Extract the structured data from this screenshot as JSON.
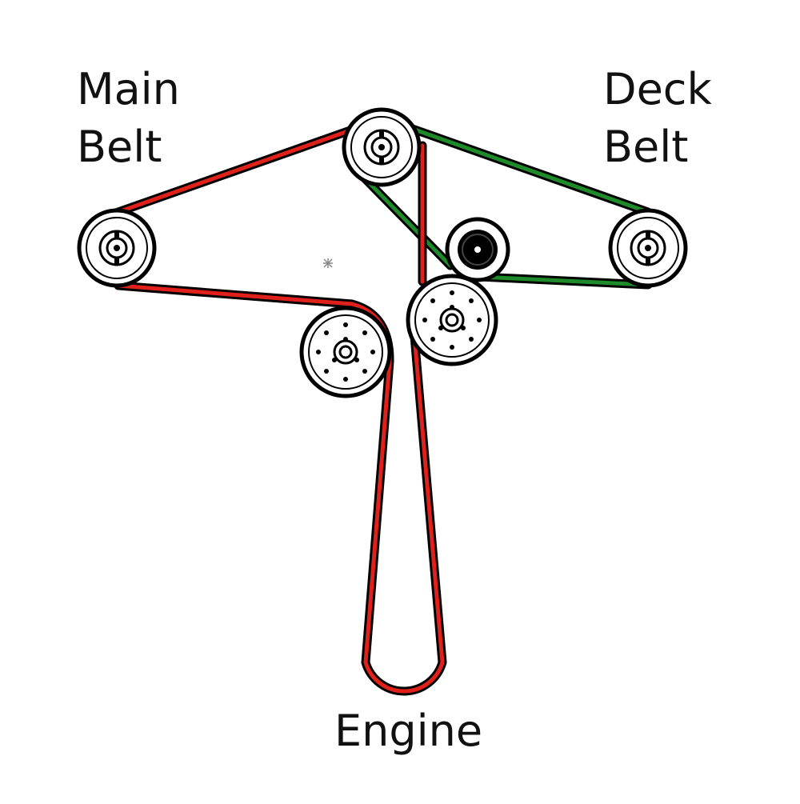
{
  "labels": {
    "main_line1": "Main",
    "main_line2": "Belt",
    "deck_line1": "Deck",
    "deck_line2": "Belt",
    "engine": "Engine"
  },
  "colors": {
    "main_belt": "#e0211b",
    "deck_belt": "#1f8a2a",
    "outline": "#000000",
    "background": "#ffffff"
  },
  "belts": {
    "main": "main belt (red) — engine, idler pulleys, top pulley",
    "deck": "deck belt (green) — top pulley, center idler, deck pulley"
  }
}
